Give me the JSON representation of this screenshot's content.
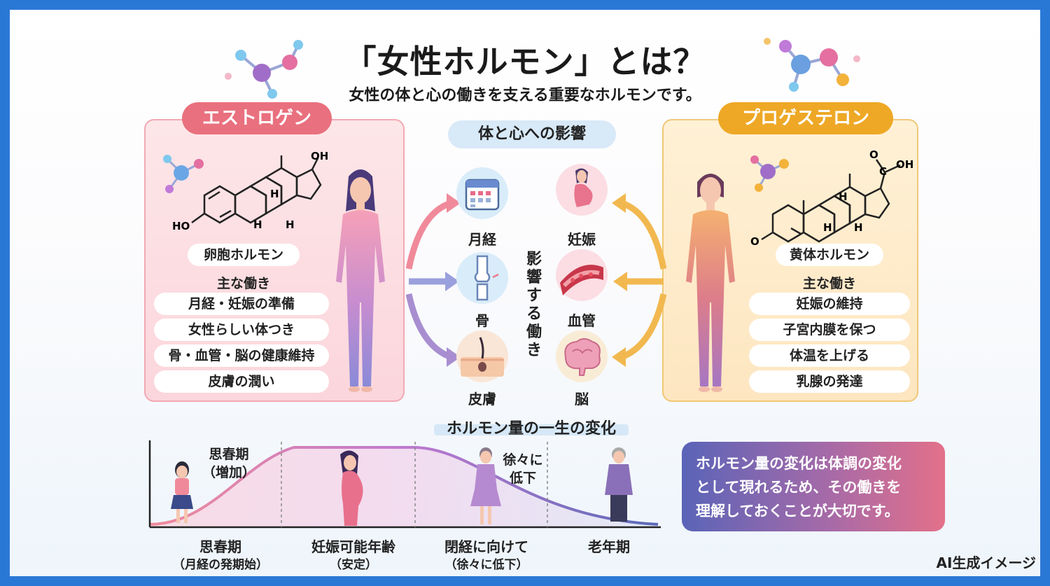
{
  "title": "「女性ホルモン」とは？",
  "subtitle": "女性の体と心の働きを支える重要なホルモンです。",
  "estrogen": {
    "name": "エストロゲン",
    "chem_labels": {
      "oh_top": "OH",
      "oh_left": "HO",
      "h1": "H",
      "h2": "H",
      "h3": "H"
    },
    "alias": "卵胞ホルモン",
    "functions_heading": "主な働き",
    "functions": [
      "月経・妊娠の準備",
      "女性らしい体つき",
      "骨・血管・脳の健康維持",
      "皮膚の潤い"
    ],
    "color": "#e9707e"
  },
  "progesterone": {
    "name": "プロゲステロン",
    "chem_labels": {
      "cooh_c": "C",
      "cooh_oh": "OH",
      "cooh_o": "O",
      "ketone_o": "O",
      "h1": "H",
      "h2": "H",
      "h3": "H"
    },
    "alias": "黄体ホルモン",
    "functions_heading": "主な働き",
    "functions": [
      "妊娠の維持",
      "子宮内膜を保つ",
      "体温を上げる",
      "乳腺の発達"
    ],
    "color": "#eea826"
  },
  "effects": {
    "title": "体と心への影響",
    "vertical_label": "影響する働き",
    "items": [
      {
        "label": "月経",
        "icon": "calendar-icon"
      },
      {
        "label": "妊娠",
        "icon": "pregnant-woman-icon"
      },
      {
        "label": "骨",
        "icon": "bone-joint-icon"
      },
      {
        "label": "血管",
        "icon": "blood-vessel-icon"
      },
      {
        "label": "皮膚",
        "icon": "skin-icon"
      },
      {
        "label": "脳",
        "icon": "brain-icon"
      }
    ]
  },
  "lifecycle": {
    "title": "ホルモン量の一生の変化",
    "annotations": [
      {
        "line1": "思春期",
        "line2": "（増加）"
      },
      {
        "line1": "徐々に",
        "line2": "低下"
      }
    ],
    "stages": [
      {
        "name": "思春期",
        "sub": "（月経の発期始）"
      },
      {
        "name": "妊娠可能年齢",
        "sub": "（安定）"
      },
      {
        "name": "閉経に向けて",
        "sub": "（徐々に低下）"
      },
      {
        "name": "老年期",
        "sub": ""
      }
    ]
  },
  "message": {
    "line1": "ホルモン量の変化は体調の変化",
    "line2": "として現れるため、その働きを",
    "line3": "理解しておくことが大切です。"
  },
  "footer": {
    "ai_label": "AI生成イメージ"
  }
}
